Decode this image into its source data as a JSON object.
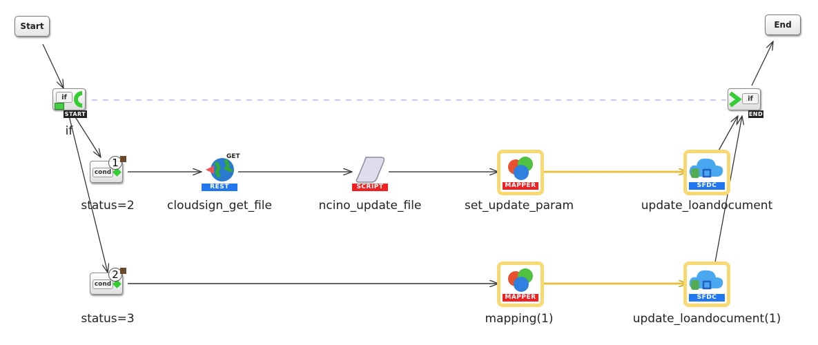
{
  "terminals": {
    "start": "Start",
    "end": "End"
  },
  "if_start": {
    "label": "if",
    "inner": "if",
    "badge": "START"
  },
  "if_end": {
    "inner": "if",
    "badge": "END"
  },
  "conditions": [
    {
      "inner": "cond",
      "index": "1",
      "label": "status=2"
    },
    {
      "inner": "cond",
      "index": "2",
      "label": "status=3"
    }
  ],
  "nodes": {
    "cloudsign_get_file": {
      "label": "cloudsign_get_file",
      "tag": "REST",
      "method": "GET"
    },
    "ncino_update_file": {
      "label": "ncino_update_file",
      "tag": "SCRIPT"
    },
    "set_update_param": {
      "label": "set_update_param",
      "tag": "MAPPER"
    },
    "update_loandocument": {
      "label": "update_loandocument",
      "tag": "SFDC"
    },
    "mapping1": {
      "label": "mapping(1)",
      "tag": "MAPPER"
    },
    "update_loandocument1": {
      "label": "update_loandocument(1)",
      "tag": "SFDC"
    }
  },
  "colors": {
    "edge": "#333333",
    "highlight_edge": "#e8c040",
    "dashed_link": "#c8c8f0",
    "rest_tag": "#2277ee",
    "script_tag": "#ee2222",
    "sfdc_tag": "#2277ee"
  }
}
